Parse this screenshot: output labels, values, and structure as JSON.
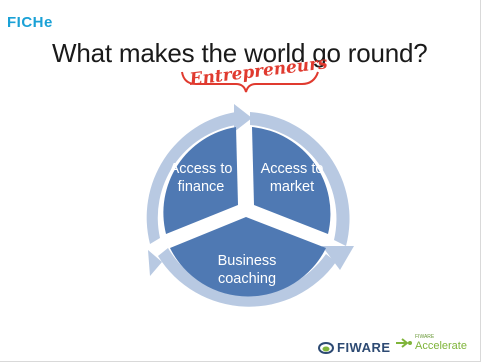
{
  "logo": {
    "text": "FICHe",
    "color": "#1aa1d6"
  },
  "title": "What makes the world go round?",
  "annotation": {
    "text": "Entrepreneurs",
    "color": "#e03a2f"
  },
  "cycle": {
    "fill": "#4f79b3",
    "ring": "#b8c9e2",
    "segments": [
      {
        "line1": "Access to",
        "line2": "finance"
      },
      {
        "line1": "Access to",
        "line2": "market"
      },
      {
        "line1": "Business",
        "line2": "coaching"
      }
    ]
  },
  "footer": {
    "fiware_logo_text": "FIWARE",
    "accelerator_small": "FIWARE",
    "accelerator_text": "Accelerate"
  }
}
